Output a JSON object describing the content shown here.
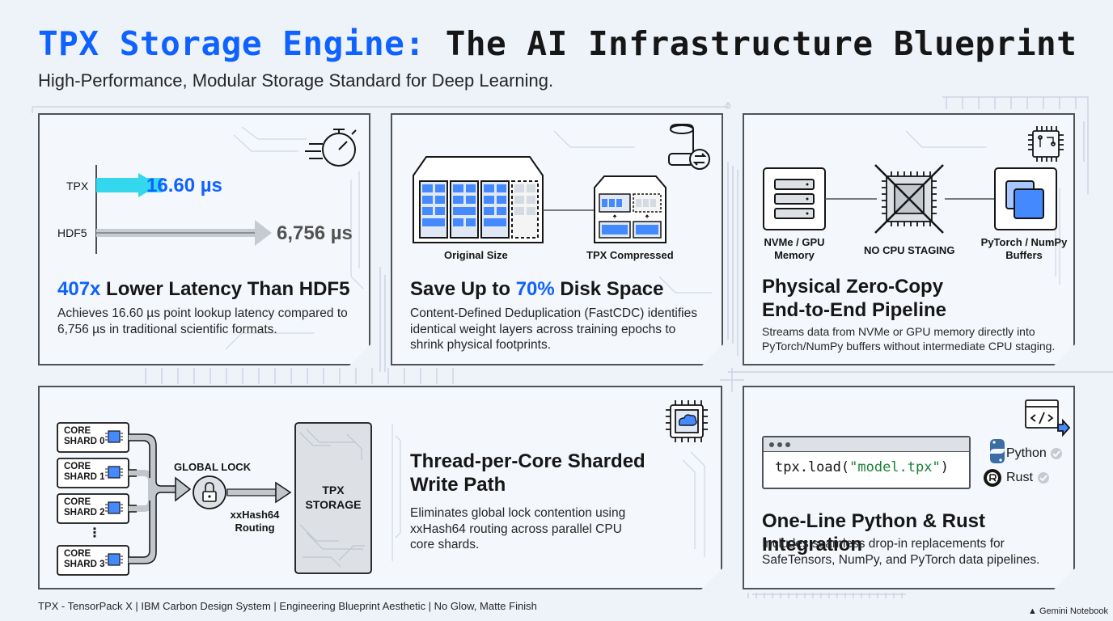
{
  "header": {
    "title_accent": "TPX Storage Engine:",
    "title_rest": "The AI Infrastructure Blueprint",
    "subtitle": "High-Performance, Modular Storage Standard for Deep Learning."
  },
  "latency": {
    "tpx_label": "TPX",
    "tpx_value": "16.60 µs",
    "hdf_label": "HDF5",
    "hdf_value": "6,756 µs",
    "title_highlight": "407x",
    "title_rest": " Lower Latency Than HDF5",
    "description": "Achieves 16.60 µs point lookup latency compared to 6,756 µs in traditional scientific formats."
  },
  "disk": {
    "original_label": "Original Size",
    "compressed_label": "TPX Compressed",
    "title_prefix": "Save Up to ",
    "title_highlight": "70%",
    "title_suffix": " Disk Space",
    "description": "Content-Defined Deduplication (FastCDC) identifies identical weight layers across training epochs to shrink physical footprints."
  },
  "zerocopy": {
    "nvme_label": "NVMe / GPU Memory",
    "staging_label": "NO CPU STAGING",
    "buffers_label": "PyTorch / NumPy Buffers",
    "title_line1": "Physical Zero-Copy",
    "title_line2": "End-to-End Pipeline",
    "description": "Streams data from NVMe or GPU memory directly into PyTorch/NumPy buffers without intermediate CPU staging."
  },
  "sharded": {
    "shards": [
      {
        "line1": "CORE",
        "line2": "SHARD 0"
      },
      {
        "line1": "CORE",
        "line2": "SHARD 1"
      },
      {
        "line1": "CORE",
        "line2": "SHARD 2"
      },
      {
        "line1": "CORE",
        "line2": "SHARD 3"
      }
    ],
    "ellipsis": "⋮",
    "lock_label": "GLOBAL LOCK",
    "routing_label": "xxHash64 Routing",
    "storage_line1": "TPX",
    "storage_line2": "STORAGE",
    "title_line1": "Thread-per-Core Sharded",
    "title_line2": "Write Path",
    "description": "Eliminates global lock contention using xxHash64 routing across parallel CPU core shards."
  },
  "integration": {
    "code_prefix": "tpx.load(",
    "code_string": "\"model.tpx\"",
    "code_suffix": ")",
    "langs": [
      {
        "name": "Python",
        "icon": "python-icon"
      },
      {
        "name": "Rust",
        "icon": "rust-icon"
      }
    ],
    "title": "One-Line Python & Rust Integration",
    "description": "Includes seamless drop-in replacements for SafeTensors, NumPy, and PyTorch data pipelines."
  },
  "footer": {
    "text": "TPX - TensorPack X | IBM Carbon Design System | Engineering Blueprint Aesthetic | No Glow, Matte Finish",
    "brand": "Gemini Notebook"
  },
  "colors": {
    "accent_blue": "#0f62fe",
    "cyan": "#33d7ee",
    "light_blue": "#a6c8ff",
    "border": "#4d5358",
    "background": "#eef3fa"
  }
}
